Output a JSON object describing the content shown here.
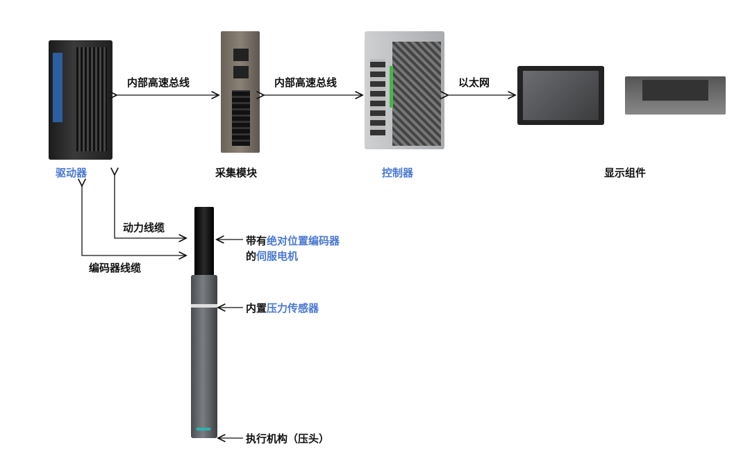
{
  "devices": {
    "driver": "驱动器",
    "collector": "采集模块",
    "controller": "控制器",
    "display": "显示组件"
  },
  "links": {
    "bus1": "内部高速总线",
    "bus2": "内部高速总线",
    "ethernet": "以太网",
    "power_cable": "动力线缆",
    "encoder_cable": "编码器线缆"
  },
  "motor": {
    "line1_prefix": "带有",
    "line1_highlight": "绝对位置编码器",
    "line2_prefix": "的",
    "line2_highlight": "伺服电机",
    "sensor_prefix": "内置",
    "sensor_highlight": "压力传感器",
    "actuator": "执行机构（压头）"
  },
  "colors": {
    "highlight": "#4a78d2",
    "text": "#111111"
  }
}
